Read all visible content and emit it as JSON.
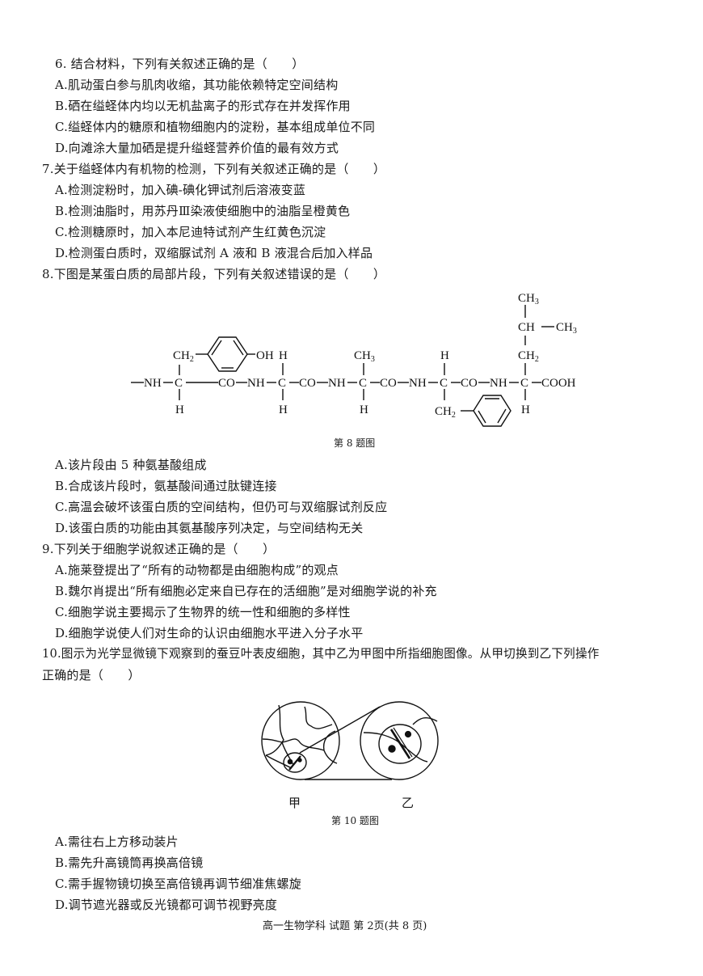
{
  "questions": [
    {
      "number": "6",
      "stem": "6. 结合材料，下列有关叙述正确的是（　　）",
      "options": [
        "A.肌动蛋白参与肌肉收缩，其功能依赖特定空间结构",
        "B.硒在缢蛏体内均以无机盐离子的形式存在并发挥作用",
        "C.缢蛏体内的糖原和植物细胞内的淀粉，基本组成单位不同",
        "D.向滩涂大量加硒是提升缢蛏营养价值的最有效方式"
      ]
    },
    {
      "number": "7",
      "stem": "7.关于缢蛏体内有机物的检测，下列有关叙述正确的是（　　）",
      "options": [
        "A.检测淀粉时，加入碘-碘化钾试剂后溶液变蓝",
        "B.检测油脂时，用苏丹Ⅲ染液使细胞中的油脂呈橙黄色",
        "C.检测糖原时，加入本尼迪特试剂产生红黄色沉淀",
        "D.检测蛋白质时，双缩脲试剂 A 液和 B 液混合后加入样品"
      ]
    },
    {
      "number": "8",
      "stem": "8.下图是某蛋白质的局部片段，下列有关叙述错误的是（　　）",
      "figure_caption": "第 8 题图",
      "figure": {
        "backbone": [
          "—NH—",
          "C",
          "CO—NH—",
          "C",
          "—CO—NH—",
          "C",
          "—CO—NH—",
          "C",
          "—CO—NH—",
          "C",
          "—COOH"
        ],
        "side_chains_top": [
          "CH₂—C₆H₄—OH",
          "H",
          "CH₃",
          "H",
          "CH₂—CH(CH₃)—CH₃"
        ],
        "side_chains_bottom": [
          "H",
          "H",
          "H",
          "CH₂—C₆H₅",
          "H"
        ],
        "labels": {
          "nh": "NH",
          "c": "C",
          "co": "CO",
          "cooh": "COOH",
          "h": "H",
          "ch2": "CH",
          "ch3": "CH",
          "sub2": "2",
          "sub3": "3",
          "oh": "OH",
          "ch": "CH"
        }
      },
      "options": [
        "A.该片段由 5 种氨基酸组成",
        "B.合成该片段时，氨基酸间通过肽键连接",
        "C.高温会破坏该蛋白质的空间结构，但仍可与双缩脲试剂反应",
        "D.该蛋白质的功能由其氨基酸序列决定，与空间结构无关"
      ]
    },
    {
      "number": "9",
      "stem": "9.下列关于细胞学说叙述正确的是（　　）",
      "options": [
        "A.施莱登提出了“所有的动物都是由细胞构成”的观点",
        "B.魏尔肖提出“所有细胞必定来自已存在的活细胞”是对细胞学说的补充",
        "C.细胞学说主要揭示了生物界的统一性和细胞的多样性",
        "D.细胞学说使人们对生命的认识由细胞水平进入分子水平"
      ]
    },
    {
      "number": "10",
      "stem_line1": "10.图示为光学显微镜下观察到的蚕豆叶表皮细胞，其中乙为甲图中所指细胞图像。从甲切换到乙下列操作",
      "stem_line2": "正确的是（　　）",
      "figure_caption": "第 10 题图",
      "figure_labels": {
        "left": "甲",
        "right": "乙"
      },
      "options": [
        "A.需往右上方移动装片",
        "B.需先升高镜筒再换高倍镜",
        "C.需手握物镜切换至高倍镜再调节细准焦螺旋",
        "D.调节遮光器或反光镜都可调节视野亮度"
      ]
    }
  ],
  "footer": "高一生物学科  试题  第 2页(共 8 页)"
}
